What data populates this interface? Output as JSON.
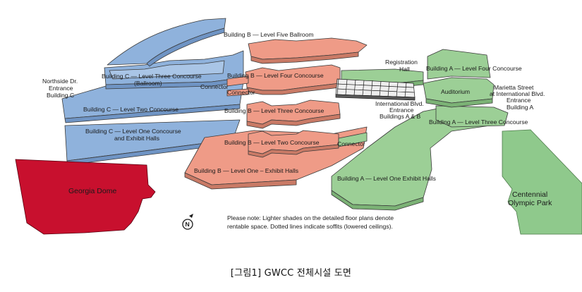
{
  "caption": "[그림1] GWCC 전체시설 도면",
  "labels": {
    "b_ballroom": "Building B — Level Five Ballroom",
    "registration_1": "Registration",
    "registration_2": "Hall",
    "a_level4": "Building A — Level Four Concourse",
    "northside_1": "Northside Dr.",
    "northside_2": "Entrance",
    "northside_3": "Building C",
    "c_level3_1": "Building C — Level Three Concourse",
    "c_level3_2": "(Ballroom)",
    "connector_1": "Connector",
    "connector_2": "Connector",
    "connector_3": "Connector",
    "b_level4": "Building B — Level Four Concourse",
    "auditorium": "Auditorium",
    "marietta_1": "Marietta Street",
    "marietta_2": "at International Blvd.",
    "marietta_3": "Entrance",
    "marietta_4": "Building A",
    "intl_1": "International Blvd.",
    "intl_2": "Entrance",
    "intl_3": "Buildings A & B",
    "c_level2": "Building C — Level Two Concourse",
    "b_level3": "Building B — Level Three Concourse",
    "a_level3": "Building A — Level Three Concourse",
    "c_level1_1": "Building C — Level One Concourse",
    "c_level1_2": "and Exhibit Halls",
    "b_level2": "Building B — Level Two Concourse",
    "b_level1": "Building B — Level One – Exhibit Halls",
    "a_level1": "Building A — Level One Exhibit Halls",
    "georgia_dome": "Georgia Dome",
    "centennial_1": "Centennial",
    "centennial_2": "Olympic Park",
    "north_marker": "N",
    "note_1": "Please note: Lighter shades on the detailed floor plans denote",
    "note_2": "rentable space. Dotted lines indicate soffits (lowered ceilings)."
  },
  "colors": {
    "building_c": "#8fb2dc",
    "building_b": "#ef9b87",
    "building_a": "#9ccf96",
    "georgia_dome": "#c8102e",
    "centennial_park": "#8fc98c",
    "outline": "#3a3a3a"
  }
}
